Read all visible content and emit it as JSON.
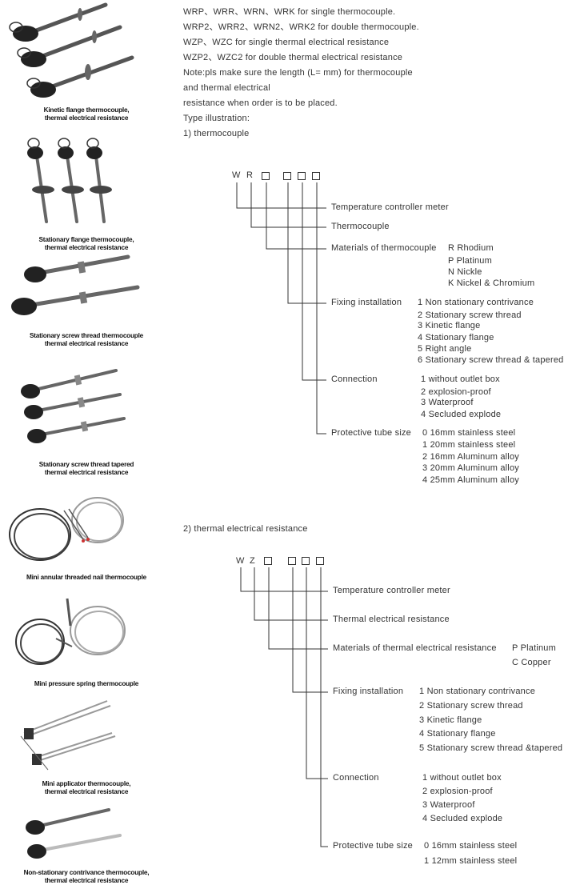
{
  "products": [
    {
      "caption": [
        "Kinetic flange thermocouple,",
        "thermal electrical resistance"
      ]
    },
    {
      "caption": [
        "Stationary flange thermocouple,",
        "thermal electrical resistance"
      ]
    },
    {
      "caption": [
        "Stationary screw thread thermocouple",
        "thermal electrical resistance"
      ]
    },
    {
      "caption": [
        "Stationary screw thread tapered",
        "thermal electrical resistance"
      ]
    },
    {
      "caption": [
        "Mini annular threaded nail thermocouple"
      ]
    },
    {
      "caption": [
        "Mini pressure spring thermocouple"
      ]
    },
    {
      "caption": [
        "Mini applicator thermocouple,",
        "thermal electrical resistance"
      ]
    },
    {
      "caption": [
        "Non-stationary contrivance thermocouple,",
        "thermal electrical resistance"
      ]
    }
  ],
  "intro": [
    "WRP、WRR、WRN、WRK for single thermocouple.",
    "WRP2、WRR2、WRN2、WRK2 for double thermocouple.",
    "WZP、WZC for single thermal electrical resistance",
    "WZP2、WZC2 for double thermal electrical resistance",
    "Note:pls make sure the length (L=  mm) for thermocouple",
    "and thermal electrical",
    "resistance when order is to be placed.",
    "Type illustration:",
    "1) thermocouple"
  ],
  "thermocouple": {
    "prefix": [
      "W",
      "R"
    ],
    "rows": [
      {
        "label": "Temperature controller meter",
        "options": []
      },
      {
        "label": "Thermocouple",
        "options": []
      },
      {
        "label": "Materials of thermocouple",
        "options": [
          "R  Rhodium",
          "P  Platinum",
          "N  Nickle",
          "K  Nickel & Chromium"
        ]
      },
      {
        "label": "Fixing installation",
        "options": [
          "1  Non stationary contrivance",
          "2  Stationary screw thread",
          "3  Kinetic flange",
          "4  Stationary flange",
          "5  Right angle",
          "6  Stationary screw thread & tapered"
        ]
      },
      {
        "label": "Connection",
        "options": [
          "1  without outlet box",
          "2  explosion-proof",
          "3  Waterproof",
          "4  Secluded explode"
        ]
      },
      {
        "label": "Protective tube size",
        "options": [
          "0  16mm stainless steel",
          "1  20mm stainless steel",
          "2  16mm Aluminum alloy",
          "3  20mm Aluminum alloy",
          "4  25mm Aluminum alloy"
        ]
      }
    ]
  },
  "resistance_heading": "2) thermal electrical resistance",
  "resistance": {
    "prefix": [
      "W",
      "Z"
    ],
    "rows": [
      {
        "label": "Temperature controller meter",
        "options": []
      },
      {
        "label": "Thermal electrical resistance",
        "options": []
      },
      {
        "label": "Materials of thermal electrical resistance",
        "options": [
          "P  Platinum",
          "C  Copper"
        ]
      },
      {
        "label": "Fixing installation",
        "options": [
          "1  Non stationary contrivance",
          "2  Stationary screw thread",
          "3  Kinetic flange",
          "4  Stationary flange",
          "5  Stationary screw thread &tapered"
        ]
      },
      {
        "label": "Connection",
        "options": [
          "1 without outlet box",
          "2  explosion-proof",
          "3  Waterproof",
          "4  Secluded explode"
        ]
      },
      {
        "label": "Protective tube size",
        "options": [
          "0  16mm stainless steel",
          "1  12mm stainless steel"
        ]
      }
    ]
  }
}
